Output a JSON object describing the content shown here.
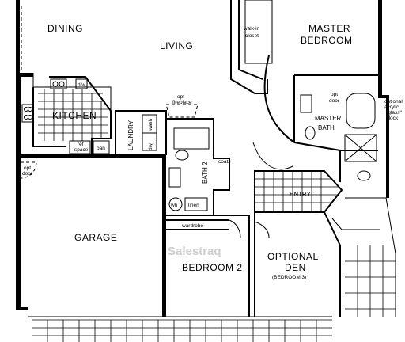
{
  "rooms": {
    "dining": "DINING",
    "living": "LIVING",
    "master_bedroom_1": "MASTER",
    "master_bedroom_2": "BEDROOM",
    "walkin_closet_1": "walk-in",
    "walkin_closet_2": "closet",
    "kitchen": "KITCHEN",
    "laundry": "LAUNDRY",
    "bath2": "BATH 2",
    "master_bath_1": "MASTER",
    "master_bath_2": "BATH",
    "entry": "ENTRY",
    "garage": "GARAGE",
    "bedroom2": "BEDROOM 2",
    "optional_den_1": "OPTIONAL",
    "optional_den_2": "DEN",
    "optional_den_3": "(BEDROOM 3)"
  },
  "fixtures": {
    "dw": "d/w",
    "opt_fireplace_1": "opt",
    "opt_fireplace_2": "fireplace",
    "dry": "dry",
    "wash": "wash",
    "ref_space_1": "ref",
    "ref_space_2": "space",
    "pan": "pan",
    "coats": "coats",
    "wh": "wh",
    "linen": "linen",
    "wardrobe": "wardrobe",
    "opt_door_garage_1": "opt",
    "opt_door_garage_2": "door",
    "opt_door_bath_1": "opt",
    "opt_door_bath_2": "door",
    "optional_glass_block_1": "optional",
    "optional_glass_block_2": "acrylic",
    "optional_glass_block_3": "\"glass\"",
    "optional_glass_block_4": "block"
  },
  "watermark": "Salestraq"
}
